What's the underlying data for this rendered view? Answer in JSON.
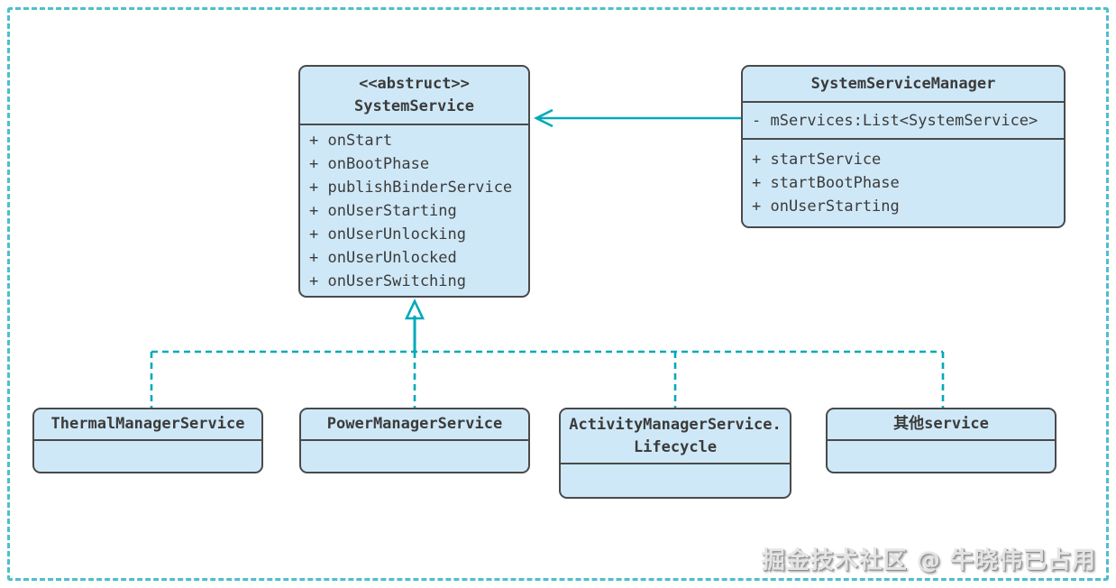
{
  "colors": {
    "box_fill": "#cfe8f7",
    "box_border": "#4a4a4a",
    "connector": "#00a9b9",
    "frame_border": "#4cc0cb",
    "text_color": "#3b3b3b"
  },
  "classes": {
    "system_service": {
      "stereotype": "<<abstruct>>",
      "name": "SystemService",
      "methods": [
        "+ onStart",
        "+ onBootPhase",
        "+ publishBinderService",
        "+ onUserStarting",
        "+ onUserUnlocking",
        "+ onUserUnlocked",
        "+ onUserSwitching"
      ]
    },
    "system_service_manager": {
      "name": "SystemServiceManager",
      "attributes": [
        "- mServices:List<SystemService>"
      ],
      "methods": [
        "+ startService",
        "+ startBootPhase",
        "+ onUserStarting"
      ]
    },
    "thermal_manager_service": {
      "name": "ThermalManagerService"
    },
    "power_manager_service": {
      "name": "PowerManagerService"
    },
    "activity_manager_service_lifecycle": {
      "name": "ActivityManagerService.\nLifecycle"
    },
    "other_service": {
      "name": "其他service"
    }
  },
  "relations": [
    {
      "from": "SystemServiceManager",
      "to": "SystemService",
      "type": "association",
      "style": "solid-open-arrow"
    },
    {
      "from": "ThermalManagerService",
      "to": "SystemService",
      "type": "generalization",
      "style": "dashed"
    },
    {
      "from": "PowerManagerService",
      "to": "SystemService",
      "type": "generalization",
      "style": "dashed"
    },
    {
      "from": "ActivityManagerService.Lifecycle",
      "to": "SystemService",
      "type": "generalization",
      "style": "dashed"
    },
    {
      "from": "其他service",
      "to": "SystemService",
      "type": "generalization",
      "style": "dashed"
    }
  ],
  "watermark": "掘金技术社区 @ 牛晓伟已占用"
}
